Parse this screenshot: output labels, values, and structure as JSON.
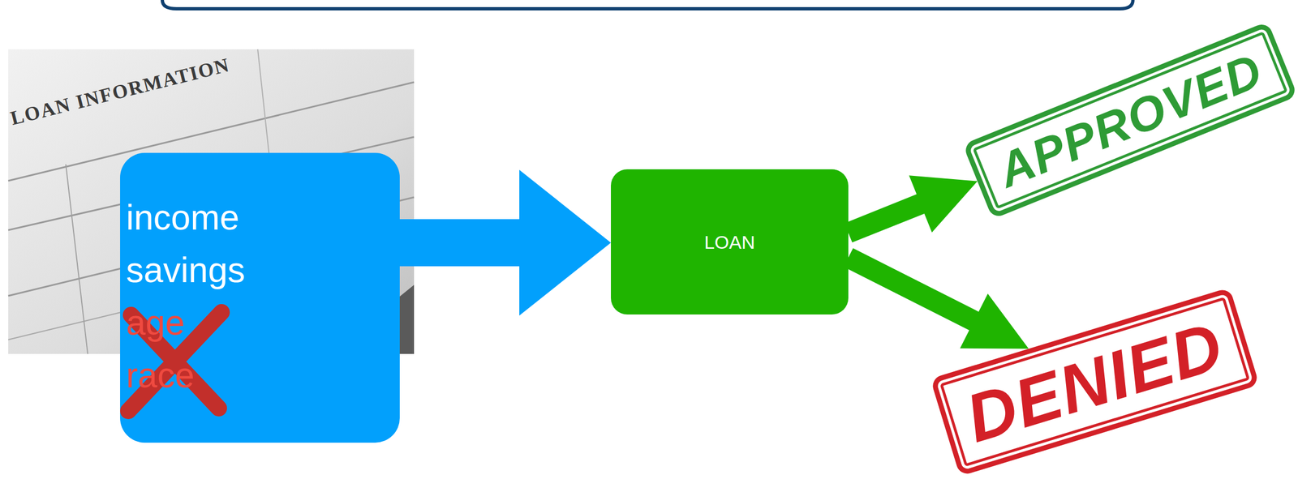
{
  "diagram": {
    "nodes": [
      {
        "text": [
          "income",
          "savings",
          "age",
          "race"
        ]
      },
      {
        "text": [
          "LOAN"
        ]
      },
      {
        "text": [
          "APPROVED"
        ]
      },
      {
        "text": [
          "DENIED"
        ]
      }
    ],
    "edges": [
      {
        "from": 0,
        "to": 1,
        "arrow": "to"
      },
      {
        "from": 1,
        "to": 2,
        "arrow": "to"
      },
      {
        "from": 1,
        "to": 3,
        "arrow": "to"
      }
    ],
    "labels": [
      "LOAN INFORMATION"
    ]
  }
}
